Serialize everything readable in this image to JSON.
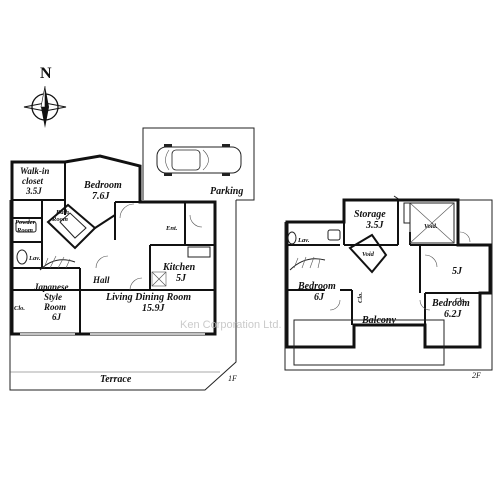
{
  "compass": {
    "north_label": "N"
  },
  "floor1": {
    "tag": "1F",
    "rooms": {
      "walkin_closet": {
        "line1": "Walk-in",
        "line2": "closet",
        "line3": "3.5J"
      },
      "bedroom": {
        "name": "Bedroom",
        "size": "7.6J"
      },
      "bath_room": {
        "line1": "Bath",
        "line2": "Room"
      },
      "powder_room": {
        "line1": "Powder",
        "line2": "Room"
      },
      "lav": {
        "name": "Lav."
      },
      "hall": {
        "name": "Hall"
      },
      "ent": {
        "name": "Ent."
      },
      "kitchen": {
        "name": "Kitchen",
        "size": "5J"
      },
      "clo": {
        "name": "Clo."
      },
      "japanese": {
        "line1": "Japanese",
        "line2": "Style",
        "line3": "Room",
        "size": "6J"
      },
      "ldr": {
        "name": "Living Dining Room",
        "size": "15.9J"
      },
      "terrace": {
        "name": "Terrace"
      },
      "parking": {
        "name": "Parking"
      }
    }
  },
  "floor2": {
    "tag": "2F",
    "rooms": {
      "storage": {
        "name": "Storage",
        "size": "3.5J"
      },
      "void_large": {
        "name": "Void."
      },
      "lav": {
        "name": "Lav."
      },
      "void_small": {
        "name": "Void"
      },
      "room_5j": {
        "size": "5J"
      },
      "clo_a": {
        "name": "Clo."
      },
      "clo_b": {
        "name": "Clo."
      },
      "bedroom_a": {
        "name": "Bedroom",
        "size": "6J"
      },
      "bedroom_b": {
        "name": "Bedroom",
        "size": "6.2J"
      },
      "balcony": {
        "name": "Balcony"
      }
    }
  },
  "watermark": "Ken Corporation Ltd."
}
